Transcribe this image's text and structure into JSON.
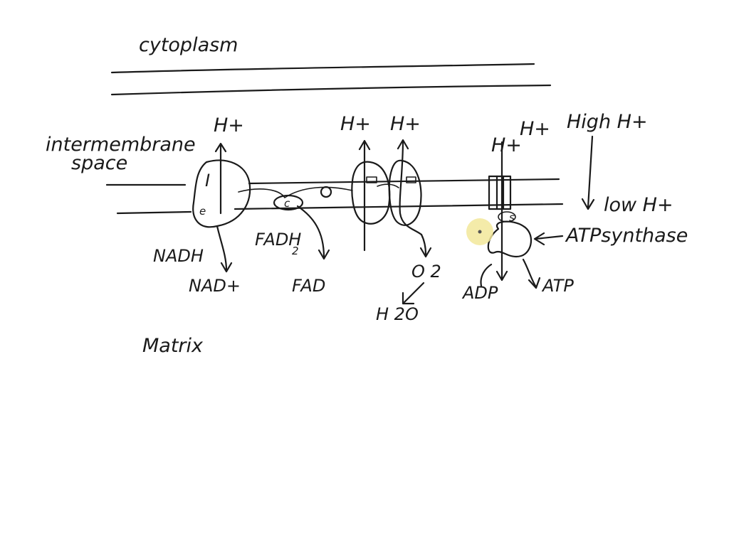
{
  "regions": {
    "cytoplasm": "cytoplasm",
    "intermembrane_1": "intermembrane",
    "intermembrane_2": "space",
    "matrix": "Matrix"
  },
  "complexes": {
    "complex1_label": "I",
    "complex1_sub": "e",
    "complex2_label": "c",
    "atp_synthase_sub": "s"
  },
  "protons": {
    "h1": "H+",
    "h2": "H+",
    "h3": "H+",
    "h4": "H+",
    "h5": "H+"
  },
  "gradient": {
    "high": "High H+",
    "low": "low H+"
  },
  "molecules": {
    "nadh": "NADH",
    "nad": "NAD+",
    "fadh": "FADH",
    "fadh_sub": "2",
    "fad": "FAD",
    "o2": "O 2",
    "h2o": "H 2O",
    "adp": "ADP",
    "atp": "ATP",
    "atp_synthase": "ATPsynthase"
  },
  "colors": {
    "ink": "#1a1a1a",
    "background": "#ffffff",
    "highlight": "#f2e79a"
  }
}
